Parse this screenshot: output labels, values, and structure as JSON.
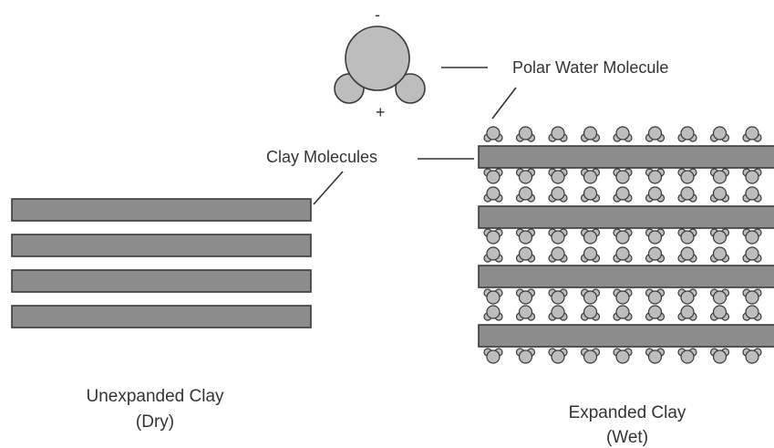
{
  "labels": {
    "water_molecule": "Polar Water Molecule",
    "clay_molecules": "Clay Molecules",
    "minus_sign": "-",
    "plus_sign": "+"
  },
  "captions": {
    "unexpanded_line1": "Unexpanded Clay",
    "unexpanded_line2": "(Dry)",
    "expanded_line1": "Expanded Clay",
    "expanded_line2": "(Wet)"
  },
  "diagram": {
    "dry_clay_layers": 4,
    "wet_clay_layers": 4,
    "water_molecules_per_row": 9,
    "colors": {
      "clay_fill": "#8c8c8c",
      "clay_stroke": "#3a3a3a",
      "molecule_fill": "#bdbdbd",
      "molecule_stroke": "#3a3a3a",
      "text": "#333333"
    }
  }
}
